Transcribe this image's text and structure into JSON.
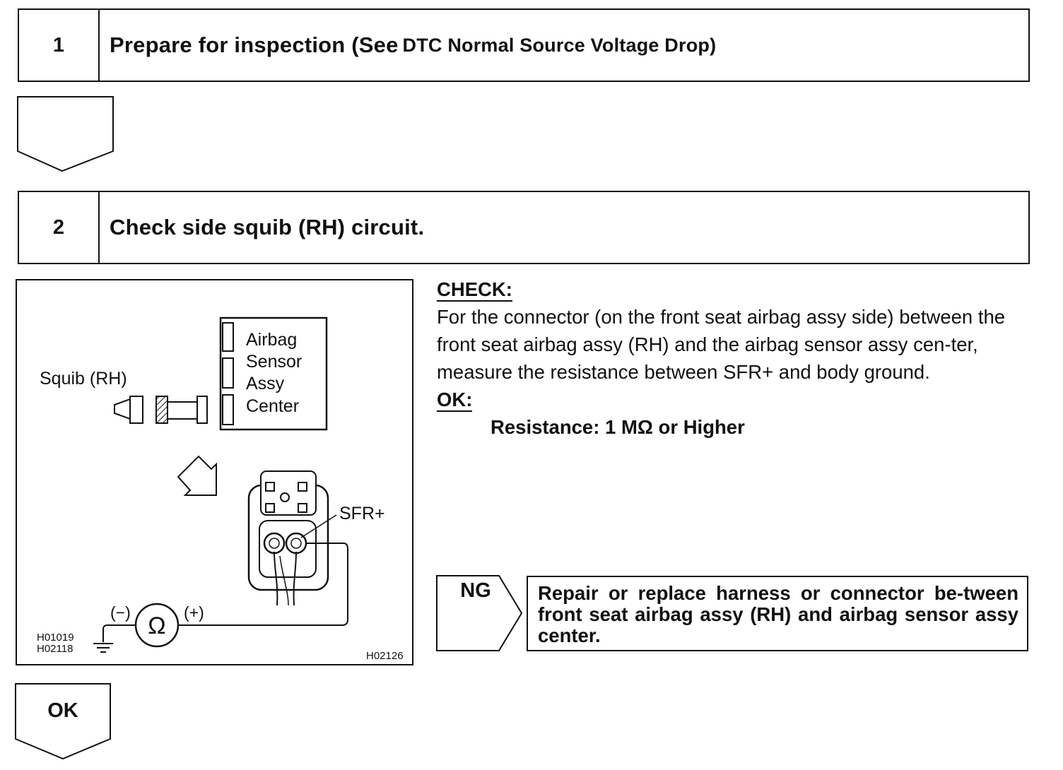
{
  "step1": {
    "number": "1",
    "title": "Prepare for inspection (See",
    "title_suffix": "DTC Normal Source Voltage Drop)"
  },
  "step2": {
    "number": "2",
    "title": "Check side squib (RH) circuit."
  },
  "figure": {
    "squib_label": "Squib (RH)",
    "sensor_label": [
      "Airbag",
      "Sensor",
      "Assy",
      "Center"
    ],
    "terminal_label": "SFR+",
    "minus_label": "(−)",
    "plus_label": "(+)",
    "ohm_symbol": "Ω",
    "ref_codes_left": [
      "H01019",
      "H02118"
    ],
    "ref_code_right": "H02126"
  },
  "check": {
    "heading": "CHECK:",
    "text": "For the connector (on the front seat airbag assy side) between the front seat airbag assy (RH) and the airbag sensor assy cen-ter, measure the resistance between SFR+ and body ground.",
    "ok_heading": "OK:",
    "spec": "Resistance: 1 MΩ or Higher"
  },
  "ng": {
    "label": "NG",
    "action": "Repair or replace harness or connector be-tween front seat airbag assy (RH) and airbag sensor assy center."
  },
  "ok": {
    "label": "OK"
  }
}
